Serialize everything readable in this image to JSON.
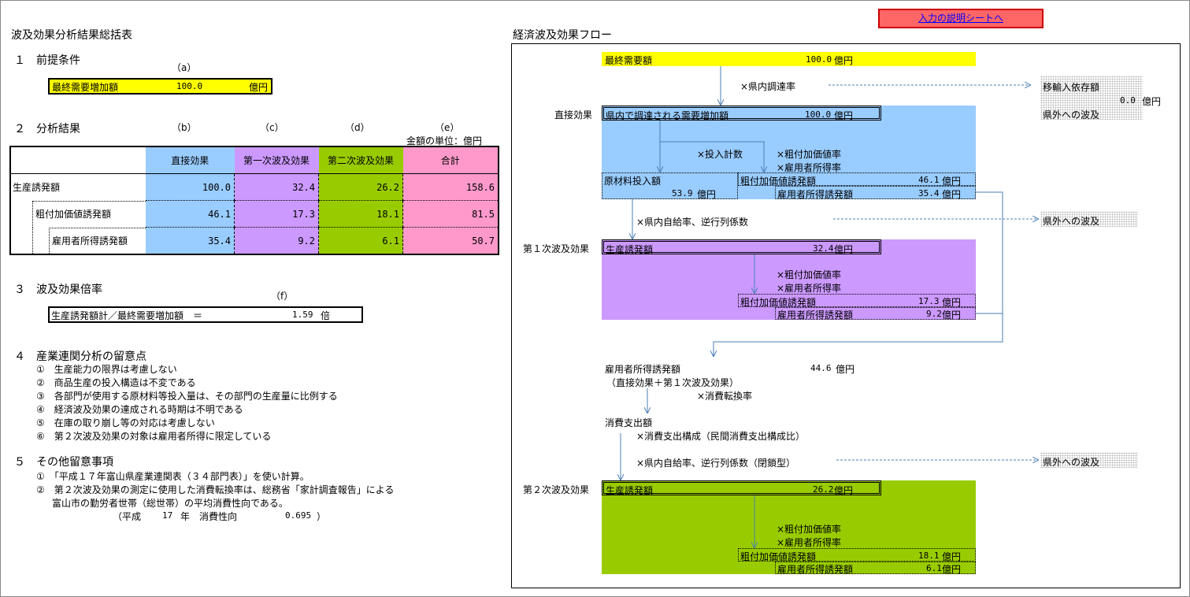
{
  "link_button": "入力の説明シートへ",
  "summary": {
    "title": "波及効果分析結果総括表",
    "sec1": {
      "heading": "１　前提条件",
      "col": "（a）",
      "label": "最終需要増加額",
      "value": "100.0",
      "unit": "億円"
    },
    "sec2": {
      "heading": "２　分析結果",
      "cols": [
        "（b）",
        "（c）",
        "（d）",
        "（e）"
      ],
      "unit_note": "金額の単位：億円",
      "headers": [
        "直接効果",
        "第一次波及効果",
        "第二次波及効果",
        "合計"
      ],
      "rows": [
        {
          "label": "生産誘発額",
          "values": [
            "100.0",
            "32.4",
            "26.2",
            "158.6"
          ]
        },
        {
          "label": "粗付加価値誘発額",
          "values": [
            "46.1",
            "17.3",
            "18.1",
            "81.5"
          ]
        },
        {
          "label": "雇用者所得誘発額",
          "values": [
            "35.4",
            "9.2",
            "6.1",
            "50.7"
          ]
        }
      ]
    },
    "sec3": {
      "heading": "３　波及効果倍率",
      "col": "（f）",
      "label": "生産誘発額計／最終需要増加額　＝",
      "value": "1.59",
      "unit": "倍"
    },
    "sec4": {
      "heading": "４　産業連関分析の留意点",
      "items": [
        "①　生産能力の限界は考慮しない",
        "②　商品生産の投入構造は不変である",
        "③　各部門が使用する原材料等投入量は、その部門の生産量に比例する",
        "④　経済波及効果の達成される時期は不明である",
        "⑤　在庫の取り崩し等の対応は考慮しない",
        "⑥　第２次波及効果の対象は雇用者所得に限定している"
      ]
    },
    "sec5": {
      "heading": "５　その他留意事項",
      "items": [
        "①　「平成１７年富山県産業連関表（３４部門表）」を使い計算。",
        "②　第２次波及効果の測定に使用した消費転換率は、総務省「家計調査報告」による",
        "富山市の勤労者世帯（総世帯）の平均消費性向である。"
      ],
      "note_prefix": "（平成",
      "note_year": "17",
      "note_mid": "年　消費性向",
      "note_value": "0.695",
      "note_suffix": "）"
    }
  },
  "flow": {
    "title": "経済波及効果フロー",
    "final_demand": {
      "label": "最終需要額",
      "value": "100.0",
      "unit": "億円"
    },
    "pref_rate": "×県内調達率",
    "import": {
      "label": "移輸入依存額",
      "value": "0.0",
      "unit": "億円",
      "sub": "県外への波及"
    },
    "direct": {
      "side": "直接効果",
      "label": "県内で調達される需要増加額",
      "value": "100.0",
      "unit": "億円",
      "input_coef": "×投入計数",
      "va_rate": "×粗付加価値率",
      "emp_rate": "×雇用者所得率",
      "raw_label": "原材料投入額",
      "raw_value": "53.9",
      "raw_unit": "億円",
      "va_label": "粗付加価値誘発額",
      "va_value": "46.1",
      "va_unit": "億円",
      "emp_label": "雇用者所得誘発額",
      "emp_value": "35.4",
      "emp_unit": "億円"
    },
    "self_supply": "×県内自給率、逆行列係数",
    "outside1": "県外への波及",
    "first": {
      "side": "第１次波及効果",
      "label": "生産誘発額",
      "value": "32.4",
      "unit": "億円",
      "va_rate": "×粗付加価値率",
      "emp_rate": "×雇用者所得率",
      "va_label": "粗付加価値誘発額",
      "va_value": "17.3",
      "va_unit": "億円",
      "emp_label": "雇用者所得誘発額",
      "emp_value": "9.2",
      "emp_unit": "億円"
    },
    "emp_total": {
      "label": "雇用者所得誘発額",
      "value": "44.6",
      "unit": "億円",
      "note": "（直接効果＋第１次波及効果）"
    },
    "cons_rate": "×消費転換率",
    "cons_label": "消費支出額",
    "cons_struct": "×消費支出構成（民間消費支出構成比）",
    "self_supply2": "×県内自給率、逆行列係数（閉鎖型）",
    "outside2": "県外への波及",
    "second": {
      "side": "第２次波及効果",
      "label": "生産誘発額",
      "value": "26.2",
      "unit": "億円",
      "va_rate": "×粗付加価値率",
      "emp_rate": "×雇用者所得率",
      "va_label": "粗付加価値誘発額",
      "va_value": "18.1",
      "va_unit": "億円",
      "emp_label": "雇用者所得誘発額",
      "emp_value": "6.1",
      "emp_unit": "億円"
    }
  },
  "colors": {
    "yellow": "#ffff00",
    "blue": "#99ccff",
    "purple": "#cc99ff",
    "green": "#99cc00",
    "pink": "#ff99cc",
    "link": "#ff6666"
  }
}
